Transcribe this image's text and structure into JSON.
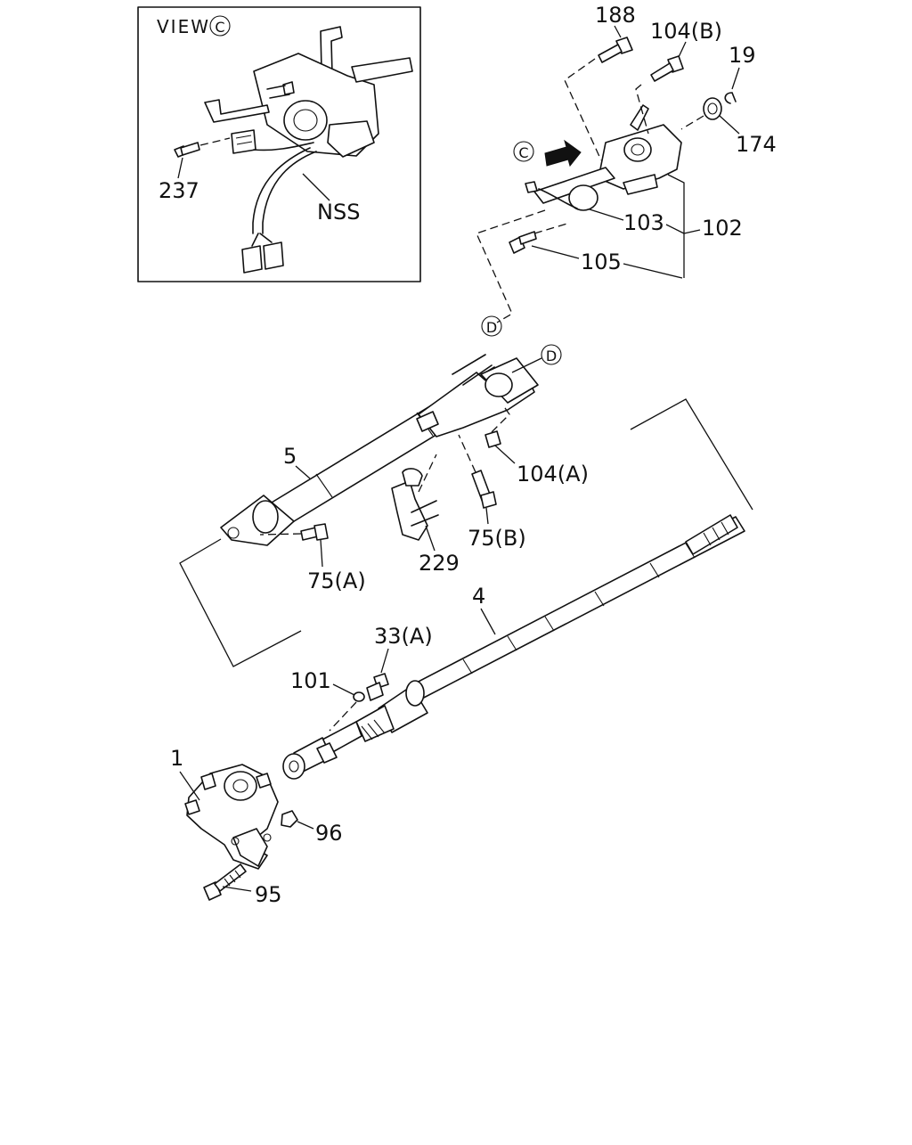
{
  "inset": {
    "title": "VIEW",
    "title_ref": "C",
    "labels": {
      "nss": "NSS",
      "p237": "237"
    }
  },
  "callouts": {
    "c_ref": "C",
    "d_ref_top": "D",
    "d_ref_mid": "D"
  },
  "parts": {
    "p188": "188",
    "p104b": "104(B)",
    "p19": "19",
    "p174": "174",
    "p103": "103",
    "p102": "102",
    "p105": "105",
    "p5": "5",
    "p104a": "104(A)",
    "p75b": "75(B)",
    "p75a": "75(A)",
    "p229": "229",
    "p4": "4",
    "p33a": "33(A)",
    "p101": "101",
    "p1": "1",
    "p96": "96",
    "p95": "95"
  }
}
